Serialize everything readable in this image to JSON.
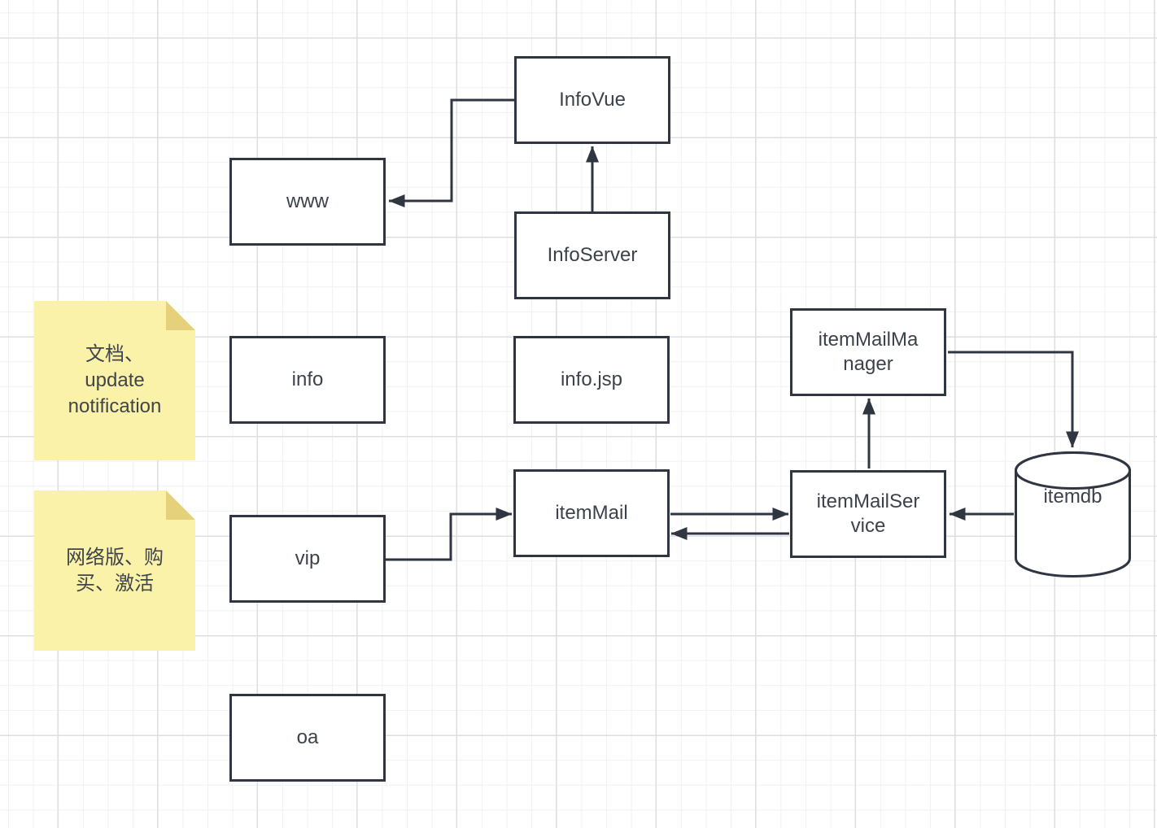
{
  "nodes": {
    "infovue": {
      "label": "InfoVue"
    },
    "www": {
      "label": "www"
    },
    "infoserver": {
      "label": "InfoServer"
    },
    "info": {
      "label": "info"
    },
    "infojsp": {
      "label": "info.jsp"
    },
    "itemmailmanager": {
      "label": "itemMailManager"
    },
    "vip": {
      "label": "vip"
    },
    "itemmail": {
      "label": "itemMail"
    },
    "itemmailservice": {
      "label": "itemMailService"
    },
    "itemdb": {
      "label": "itemdb"
    },
    "oa": {
      "label": "oa"
    }
  },
  "notes": {
    "docs": {
      "text": "文档、update notification"
    },
    "network": {
      "text": "网络版、购买、激活"
    }
  },
  "edges": [
    {
      "from": "infoserver",
      "to": "infovue",
      "style": "arrow"
    },
    {
      "from": "infovue",
      "to": "www",
      "style": "arrow"
    },
    {
      "from": "vip",
      "to": "itemmail",
      "style": "arrow"
    },
    {
      "from": "itemmail",
      "to": "itemmailservice",
      "style": "arrow"
    },
    {
      "from": "itemmailservice",
      "to": "itemmail",
      "style": "arrow"
    },
    {
      "from": "itemmailservice",
      "to": "itemmailmanager",
      "style": "arrow"
    },
    {
      "from": "itemmailmanager",
      "to": "itemdb",
      "style": "arrow"
    },
    {
      "from": "itemdb",
      "to": "itemmailservice",
      "style": "arrow"
    }
  ],
  "colors": {
    "shape_stroke": "#2f3641",
    "shape_fill": "#ffffff",
    "text": "#3c424b",
    "note_fill": "#fbf2a9",
    "note_fold": "#e5d07c",
    "grid_minor": "#f1f1f3",
    "grid_major": "#dfdfe1",
    "canvas_bg": "#ffffff"
  }
}
